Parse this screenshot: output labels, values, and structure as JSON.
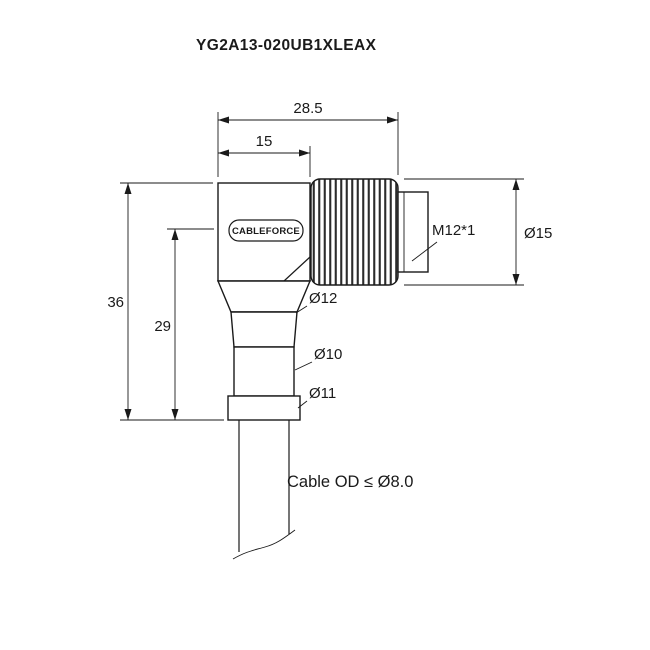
{
  "title": "YG2A13-020UB1XLEAX",
  "drawing": {
    "brand": "CABLEFORCE",
    "dims": {
      "overall_length": "28.5",
      "body_length": "15",
      "overall_height": "36",
      "exit_height": "29",
      "thread_spec": "M12*1",
      "connector_od": "Ø15",
      "boot_top_od": "Ø12",
      "neck_od": "Ø10",
      "flange_od": "Ø11",
      "cable_note": "Cable OD ≤ Ø8.0"
    },
    "colors": {
      "line": "#1a1a1a",
      "background": "#ffffff"
    }
  }
}
